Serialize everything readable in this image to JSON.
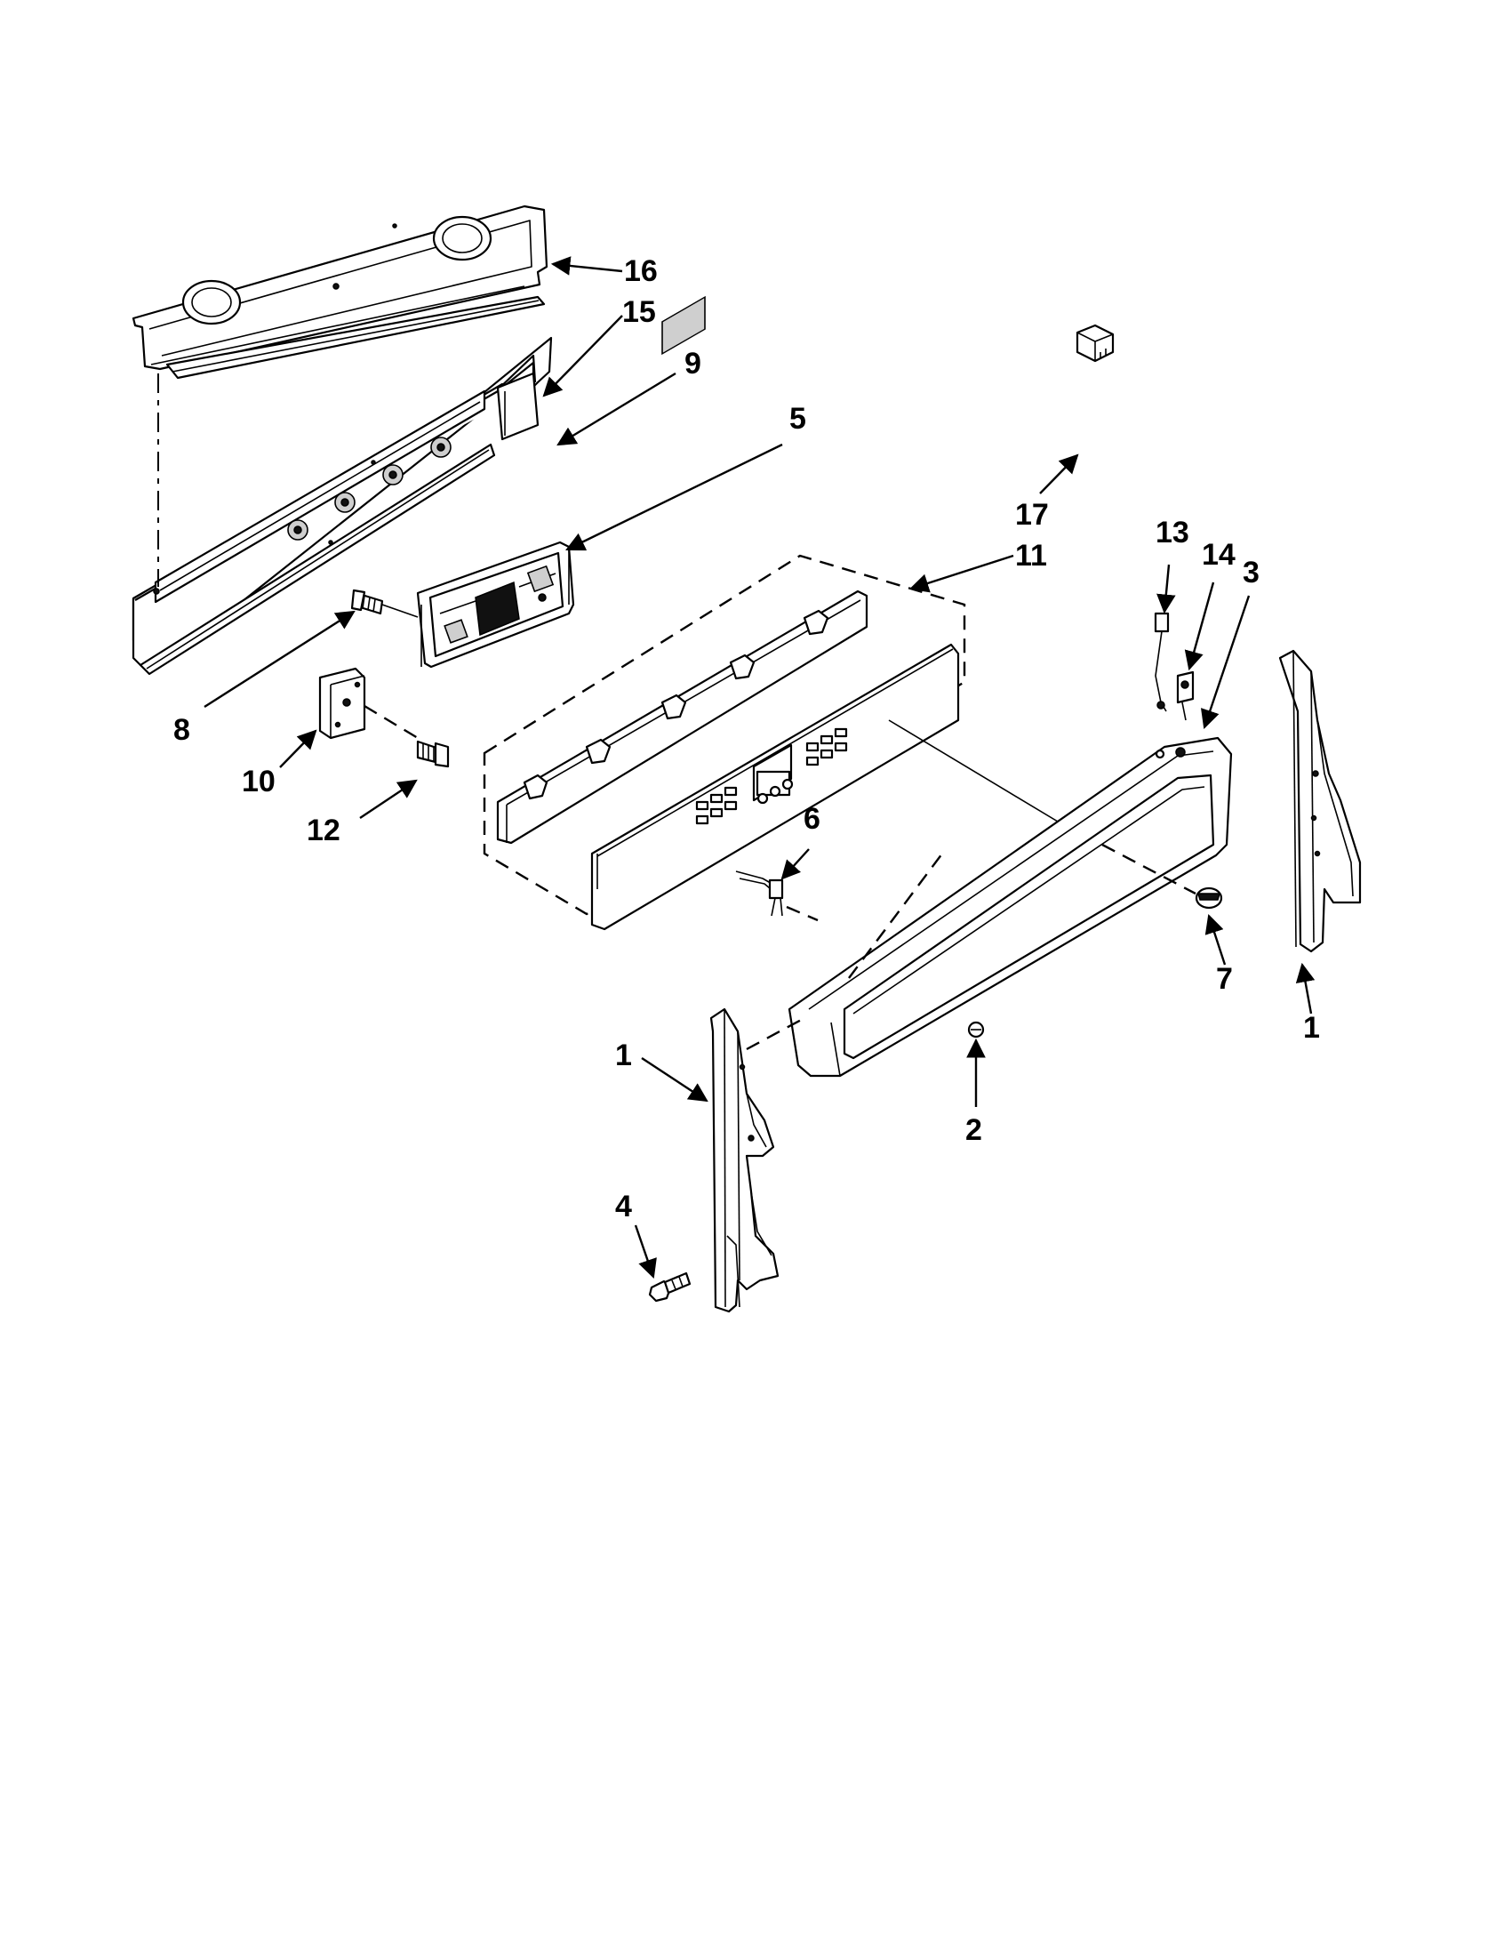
{
  "diagram": {
    "type": "exploded-parts-diagram",
    "callouts": [
      "1",
      "2",
      "3",
      "4",
      "5",
      "6",
      "7",
      "8",
      "9",
      "10",
      "11",
      "12",
      "13",
      "14",
      "15",
      "16",
      "17"
    ],
    "colors": {
      "ink": "#000000",
      "background": "#ffffff"
    }
  },
  "labels": {
    "p1_left": "1",
    "p1_right": "1",
    "p2": "2",
    "p3": "3",
    "p4": "4",
    "p5": "5",
    "p6": "6",
    "p7": "7",
    "p8": "8",
    "p9": "9",
    "p10": "10",
    "p11": "11",
    "p12": "12",
    "p13": "13",
    "p14": "14",
    "p15": "15",
    "p16": "16",
    "p17": "17"
  }
}
